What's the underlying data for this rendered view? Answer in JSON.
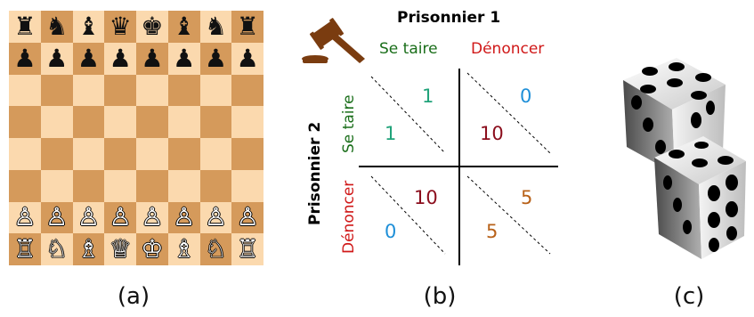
{
  "captions": {
    "a": "(a)",
    "b": "(b)",
    "c": "(c)"
  },
  "colors": {
    "light_square": "#fbd9ae",
    "dark_square": "#d59a5b",
    "green": "#1a6e1a",
    "red": "#d01818",
    "teal": "#21a37a",
    "blue": "#1e8fd8",
    "dark_red": "#8b0d1c",
    "orange": "#b8621a",
    "gavel": "#7a3c10"
  },
  "chess": {
    "black_back": [
      "♜",
      "♞",
      "♝",
      "♛",
      "♚",
      "♝",
      "♞",
      "♜"
    ],
    "black_pawn": "♟",
    "white_pawn": "♙",
    "white_back": [
      "♖",
      "♘",
      "♗",
      "♕",
      "♔",
      "♗",
      "♘",
      "♖"
    ]
  },
  "dilemma": {
    "player1": "Prisonnier 1",
    "player2": "Prisonnier 2",
    "p1_actions": [
      "Se taire",
      "Dénoncer"
    ],
    "p2_actions": [
      "Se taire",
      "Dénoncer"
    ],
    "cells": {
      "tl": {
        "p1": "1",
        "p2": "1"
      },
      "tr": {
        "p1": "0",
        "p2": "10"
      },
      "bl": {
        "p1": "10",
        "p2": "0"
      },
      "br": {
        "p1": "5",
        "p2": "5"
      }
    },
    "icon": "gavel-icon"
  },
  "dice_icon": "dice-icon"
}
